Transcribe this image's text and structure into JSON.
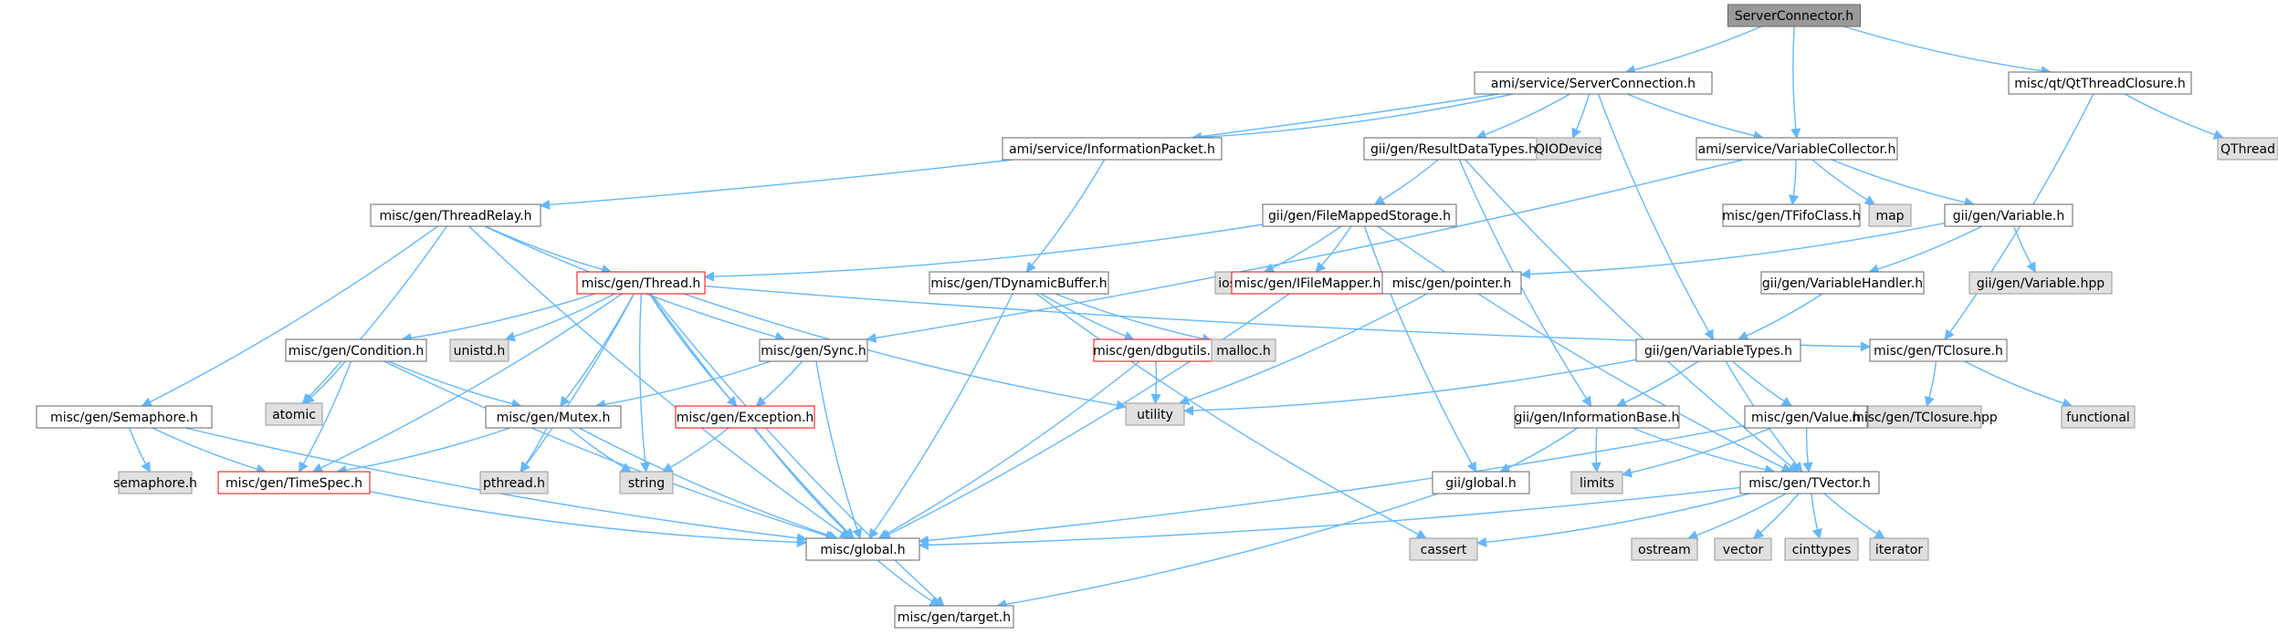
{
  "colors": {
    "edge": "#63b8ff",
    "header_fill": "#999999",
    "header_border": "#666666",
    "normal_fill": "#ffffff",
    "normal_border": "#666666",
    "system_fill": "#e0e0e0",
    "system_border": "#999999",
    "error_border": "#ff0000"
  },
  "nodes": [
    {
      "id": "n0",
      "label": "ServerConnector.h",
      "kind": "header"
    },
    {
      "id": "n1",
      "label": "ami/service/ServerConnection.h",
      "kind": "normal"
    },
    {
      "id": "n2",
      "label": "misc/qt/QtThreadClosure.h",
      "kind": "normal"
    },
    {
      "id": "n3",
      "label": "ami/service/InformationPacket.h",
      "kind": "normal"
    },
    {
      "id": "n4",
      "label": "gii/gen/ResultDataTypes.h",
      "kind": "normal"
    },
    {
      "id": "n5",
      "label": "QIODevice",
      "kind": "system"
    },
    {
      "id": "n6",
      "label": "ami/service/VariableCollector.h",
      "kind": "normal"
    },
    {
      "id": "n7",
      "label": "QThread",
      "kind": "system"
    },
    {
      "id": "n8",
      "label": "misc/gen/ThreadRelay.h",
      "kind": "normal"
    },
    {
      "id": "n9",
      "label": "gii/gen/FileMappedStorage.h",
      "kind": "normal"
    },
    {
      "id": "n10",
      "label": "misc/gen/TFifoClass.h",
      "kind": "normal"
    },
    {
      "id": "n11",
      "label": "map",
      "kind": "system"
    },
    {
      "id": "n12",
      "label": "gii/gen/Variable.h",
      "kind": "normal"
    },
    {
      "id": "n13",
      "label": "misc/gen/Thread.h",
      "kind": "error"
    },
    {
      "id": "n14",
      "label": "misc/gen/TDynamicBuffer.h",
      "kind": "normal"
    },
    {
      "id": "n15",
      "label": "iostream",
      "kind": "system"
    },
    {
      "id": "n16",
      "label": "misc/gen/IFileMapper.h",
      "kind": "error"
    },
    {
      "id": "n17",
      "label": "misc/gen/pointer.h",
      "kind": "normal"
    },
    {
      "id": "n18",
      "label": "gii/gen/VariableHandler.h",
      "kind": "normal"
    },
    {
      "id": "n19",
      "label": "gii/gen/Variable.hpp",
      "kind": "system"
    },
    {
      "id": "n20",
      "label": "misc/gen/Condition.h",
      "kind": "normal"
    },
    {
      "id": "n21",
      "label": "unistd.h",
      "kind": "system"
    },
    {
      "id": "n22",
      "label": "misc/gen/dbgutils.h",
      "kind": "error"
    },
    {
      "id": "n23",
      "label": "malloc.h",
      "kind": "system"
    },
    {
      "id": "n24",
      "label": "misc/gen/Sync.h",
      "kind": "normal"
    },
    {
      "id": "n25",
      "label": "gii/gen/VariableTypes.h",
      "kind": "normal"
    },
    {
      "id": "n26",
      "label": "misc/gen/TClosure.h",
      "kind": "normal"
    },
    {
      "id": "n27",
      "label": "atomic",
      "kind": "system"
    },
    {
      "id": "n28",
      "label": "misc/gen/Semaphore.h",
      "kind": "normal"
    },
    {
      "id": "n29",
      "label": "misc/gen/Mutex.h",
      "kind": "normal"
    },
    {
      "id": "n30",
      "label": "misc/gen/Exception.h",
      "kind": "error"
    },
    {
      "id": "n31",
      "label": "utility",
      "kind": "system"
    },
    {
      "id": "n32",
      "label": "gii/gen/InformationBase.h",
      "kind": "normal"
    },
    {
      "id": "n33",
      "label": "misc/gen/Value.h",
      "kind": "normal"
    },
    {
      "id": "n34",
      "label": "misc/gen/TClosure.hpp",
      "kind": "system"
    },
    {
      "id": "n35",
      "label": "functional",
      "kind": "system"
    },
    {
      "id": "n36",
      "label": "semaphore.h",
      "kind": "system"
    },
    {
      "id": "n37",
      "label": "misc/gen/TimeSpec.h",
      "kind": "error"
    },
    {
      "id": "n38",
      "label": "pthread.h",
      "kind": "system"
    },
    {
      "id": "n39",
      "label": "string",
      "kind": "system"
    },
    {
      "id": "n40",
      "label": "limits",
      "kind": "system"
    },
    {
      "id": "n41",
      "label": "gii/global.h",
      "kind": "normal"
    },
    {
      "id": "n42",
      "label": "misc/gen/TVector.h",
      "kind": "normal"
    },
    {
      "id": "n43",
      "label": "misc/global.h",
      "kind": "normal"
    },
    {
      "id": "n44",
      "label": "cassert",
      "kind": "system"
    },
    {
      "id": "n45",
      "label": "ostream",
      "kind": "system"
    },
    {
      "id": "n46",
      "label": "vector",
      "kind": "system"
    },
    {
      "id": "n47",
      "label": "cinttypes",
      "kind": "system"
    },
    {
      "id": "n48",
      "label": "iterator",
      "kind": "system"
    },
    {
      "id": "n49",
      "label": "misc/gen/target.h",
      "kind": "normal"
    }
  ],
  "edges": [
    [
      "n0",
      "n1"
    ],
    [
      "n0",
      "n2"
    ],
    [
      "n0",
      "n6"
    ],
    [
      "n1",
      "n3"
    ],
    [
      "n1",
      "n4"
    ],
    [
      "n1",
      "n5"
    ],
    [
      "n1",
      "n6"
    ],
    [
      "n1",
      "n8"
    ],
    [
      "n1",
      "n25"
    ],
    [
      "n2",
      "n7"
    ],
    [
      "n2",
      "n26"
    ],
    [
      "n3",
      "n14"
    ],
    [
      "n4",
      "n9"
    ],
    [
      "n4",
      "n32"
    ],
    [
      "n4",
      "n42"
    ],
    [
      "n6",
      "n10"
    ],
    [
      "n6",
      "n11"
    ],
    [
      "n6",
      "n12"
    ],
    [
      "n6",
      "n24"
    ],
    [
      "n8",
      "n13"
    ],
    [
      "n8",
      "n24"
    ],
    [
      "n8",
      "n27"
    ],
    [
      "n8",
      "n28"
    ],
    [
      "n8",
      "n43"
    ],
    [
      "n9",
      "n13"
    ],
    [
      "n9",
      "n15"
    ],
    [
      "n9",
      "n16"
    ],
    [
      "n9",
      "n41"
    ],
    [
      "n9",
      "n42"
    ],
    [
      "n12",
      "n17"
    ],
    [
      "n12",
      "n18"
    ],
    [
      "n12",
      "n19"
    ],
    [
      "n13",
      "n20"
    ],
    [
      "n13",
      "n21"
    ],
    [
      "n13",
      "n29"
    ],
    [
      "n13",
      "n30"
    ],
    [
      "n13",
      "n31"
    ],
    [
      "n13",
      "n37"
    ],
    [
      "n13",
      "n38"
    ],
    [
      "n13",
      "n39"
    ],
    [
      "n13",
      "n43"
    ],
    [
      "n13",
      "n49"
    ],
    [
      "n13",
      "n26"
    ],
    [
      "n14",
      "n22"
    ],
    [
      "n14",
      "n23"
    ],
    [
      "n14",
      "n43"
    ],
    [
      "n14",
      "n44"
    ],
    [
      "n16",
      "n43"
    ],
    [
      "n17",
      "n31"
    ],
    [
      "n18",
      "n25"
    ],
    [
      "n20",
      "n27"
    ],
    [
      "n20",
      "n29"
    ],
    [
      "n20",
      "n37"
    ],
    [
      "n20",
      "n43"
    ],
    [
      "n22",
      "n31"
    ],
    [
      "n22",
      "n43"
    ],
    [
      "n24",
      "n29"
    ],
    [
      "n24",
      "n30"
    ],
    [
      "n24",
      "n43"
    ],
    [
      "n25",
      "n31"
    ],
    [
      "n25",
      "n32"
    ],
    [
      "n25",
      "n33"
    ],
    [
      "n25",
      "n42"
    ],
    [
      "n26",
      "n34"
    ],
    [
      "n26",
      "n35"
    ],
    [
      "n28",
      "n36"
    ],
    [
      "n28",
      "n37"
    ],
    [
      "n28",
      "n43"
    ],
    [
      "n29",
      "n37"
    ],
    [
      "n29",
      "n38"
    ],
    [
      "n29",
      "n39"
    ],
    [
      "n29",
      "n43"
    ],
    [
      "n30",
      "n39"
    ],
    [
      "n30",
      "n43"
    ],
    [
      "n32",
      "n40"
    ],
    [
      "n32",
      "n41"
    ],
    [
      "n32",
      "n42"
    ],
    [
      "n33",
      "n40"
    ],
    [
      "n33",
      "n42"
    ],
    [
      "n33",
      "n43"
    ],
    [
      "n37",
      "n43"
    ],
    [
      "n41",
      "n49"
    ],
    [
      "n42",
      "n43"
    ],
    [
      "n42",
      "n44"
    ],
    [
      "n42",
      "n45"
    ],
    [
      "n42",
      "n46"
    ],
    [
      "n42",
      "n47"
    ],
    [
      "n42",
      "n48"
    ],
    [
      "n43",
      "n49"
    ]
  ]
}
